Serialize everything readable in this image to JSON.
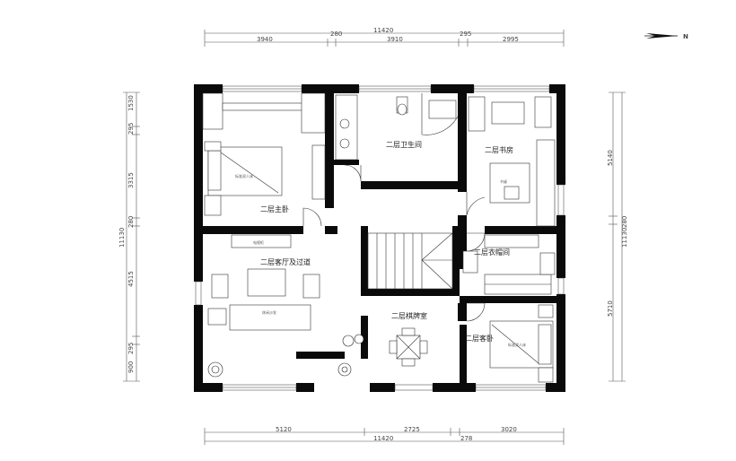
{
  "north_label": "N",
  "dimensions": {
    "top_total": "11420",
    "top_segments": [
      "3940",
      "280",
      "3910",
      "295",
      "2995"
    ],
    "bottom_total": "11420",
    "bottom_segments": [
      "5120",
      "2725",
      "278",
      "3020"
    ],
    "left_total": "11130",
    "left_segments": [
      "1530",
      "295",
      "3315",
      "280",
      "4515",
      "295",
      "900"
    ],
    "right_total": "11130",
    "right_segments": [
      "5140",
      "280",
      "5710"
    ]
  },
  "rooms": {
    "master_bedroom": "二层主卧",
    "bathroom": "二层卫生间",
    "study": "二层书房",
    "living_corridor": "二层客厅及过道",
    "cloakroom": "二层衣帽间",
    "chess_room": "二层棋牌室",
    "guest_bedroom": "二层客卧"
  },
  "furniture": {
    "double_bed_1": "标准双人床",
    "double_bed_2": "标准双人床",
    "sofa": "休闲沙发",
    "tv_cabinet": "电视柜",
    "desk": "书桌"
  }
}
